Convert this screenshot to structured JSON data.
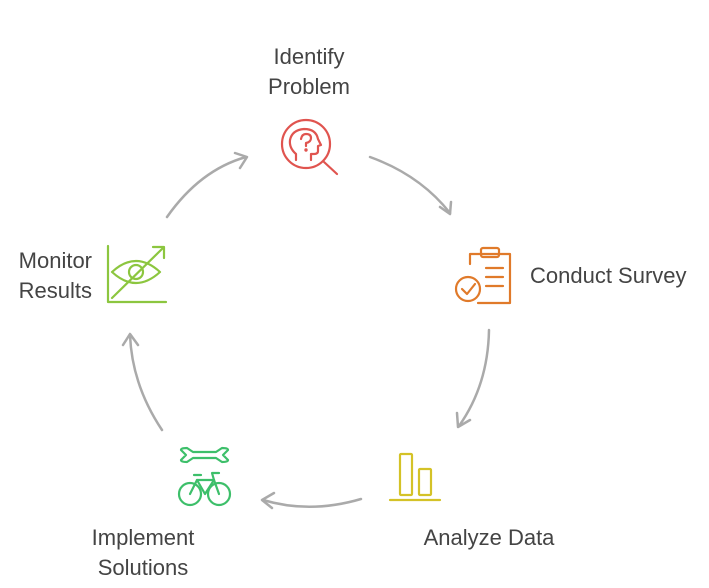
{
  "steps": [
    {
      "id": "identify",
      "lines": [
        "Identify",
        "Problem"
      ],
      "icon": "head-question-search-icon",
      "color": "#e0544f"
    },
    {
      "id": "survey",
      "lines": [
        "Conduct Survey"
      ],
      "icon": "clipboard-check-icon",
      "color": "#e07a2a"
    },
    {
      "id": "analyze",
      "lines": [
        "Analyze Data"
      ],
      "icon": "bar-chart-icon",
      "color": "#d4c227"
    },
    {
      "id": "implement",
      "lines": [
        "Implement",
        "Solutions"
      ],
      "icon": "bicycle-wrench-icon",
      "color": "#3dbf6a"
    },
    {
      "id": "monitor",
      "lines": [
        "Monitor",
        "Results"
      ],
      "icon": "eye-growth-chart-icon",
      "color": "#8cc63f"
    }
  ],
  "arrow_color": "#aaaaaa"
}
